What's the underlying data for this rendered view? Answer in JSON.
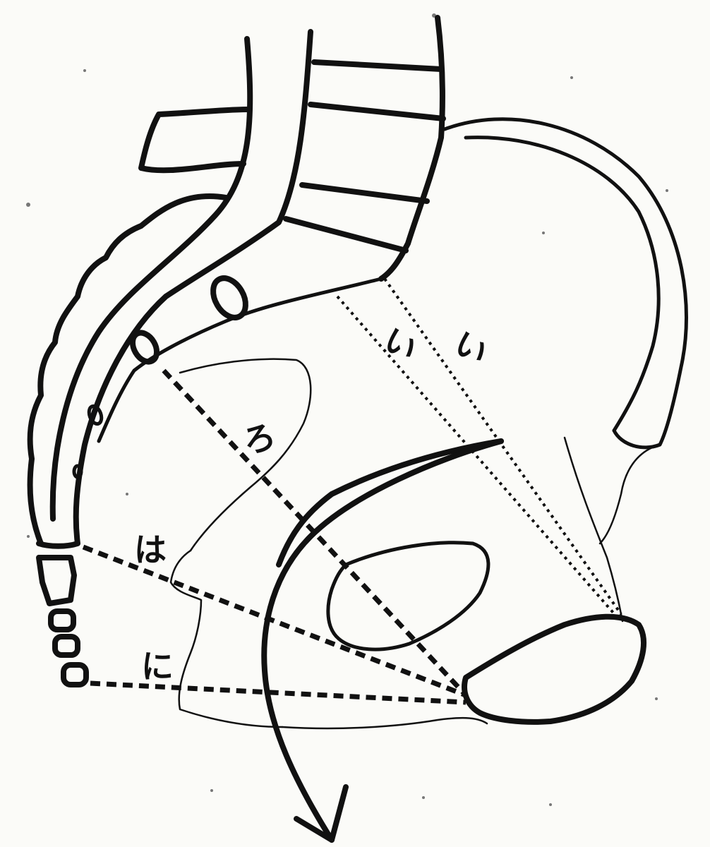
{
  "diagram": {
    "labels": {
      "i": "い",
      "ro": "ろ",
      "ha": "は",
      "ni": "に"
    },
    "colors": {
      "ink": "#111111",
      "paper": "#fbfbf8"
    }
  }
}
